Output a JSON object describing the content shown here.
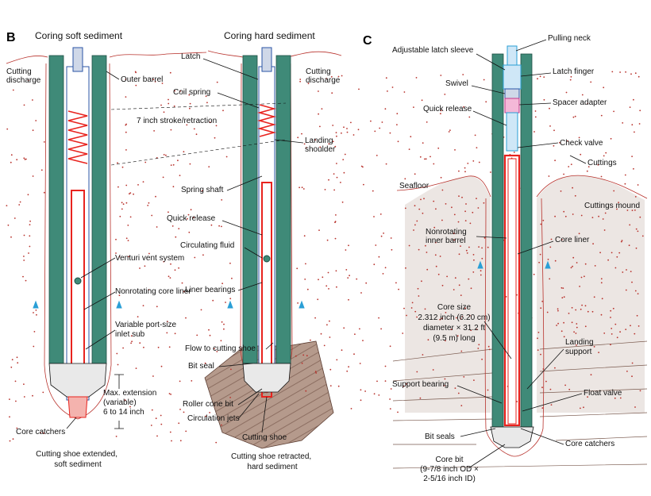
{
  "panels": {
    "B": {
      "letter": "B",
      "soft_title": "Coring soft sediment",
      "hard_title": "Coring hard sediment",
      "soft_caption": [
        "Cutting shoe extended,",
        "soft sediment"
      ],
      "hard_caption": [
        "Cutting shoe retracted,",
        "hard sediment"
      ],
      "labels": {
        "cutting_discharge_left": [
          "Cutting",
          "discharge"
        ],
        "outer_barrel": "Outer barrel",
        "latch": "Latch",
        "coil_spring": "Coil spring",
        "cutting_discharge_right": [
          "Cutting",
          "discharge"
        ],
        "stroke": "7 inch stroke/retraction",
        "landing_shoulder": [
          "Landing",
          "shoulder"
        ],
        "spring_shaft": "Spring shaft",
        "quick_release": "Quick release",
        "circulating_fluid": "Circulating fluid",
        "venturi": "Venturi vent system",
        "nonrotating_liner": "Nonrotating core liner",
        "liner_bearings": "Liner bearings",
        "variable_port": [
          "Variable port-size",
          "inlet sub"
        ],
        "flow_to_shoe": "Flow to cutting shoe",
        "bit_seal": "Bit seal",
        "max_extension": [
          "Max. extension",
          "(variable)",
          "6 to 14 inch"
        ],
        "roller_cone_bit": "Roller cone bit",
        "circulation_jets": "Circulation jets",
        "core_catchers": "Core catchers",
        "cutting_shoe": "Cutting shoe"
      }
    },
    "C": {
      "letter": "C",
      "labels": {
        "pulling_neck": "Pulling neck",
        "adjustable_latch_sleeve": "Adjustable latch sleeve",
        "latch_finger": "Latch finger",
        "swivel": "Swivel",
        "spacer_adapter": "Spacer adapter",
        "quick_release": "Quick release",
        "check_valve": "Check valve",
        "cuttings": "Cuttings",
        "seafloor": "Seafloor",
        "cuttings_mound": "Cuttings mound",
        "nonrotating_inner_barrel": [
          "Nonrotating",
          "inner barrel"
        ],
        "core_liner": "Core liner",
        "core_size": [
          "Core size",
          "2.312 inch (6.20 cm)",
          "diameter × 31.2 ft",
          "(9.5 m) long"
        ],
        "landing_support": [
          "Landing",
          "support"
        ],
        "support_bearing": "Support bearing",
        "float_valve": "Float valve",
        "bit_seals": "Bit seals",
        "core_catchers": "Core catchers",
        "core_bit": [
          "Core bit",
          "(9-7/8 inch OD ×",
          "2-5/16 inch ID)"
        ]
      }
    }
  },
  "colors": {
    "outer_barrel": "#3f8a78",
    "core_liner": "#e8231e",
    "pipe_blue": "#2b55a6",
    "flow_arrow": "#2a9fd6",
    "sediment_dot": "#b8322c",
    "rock_fill": "#b59a8c",
    "rock_hatch": "#5a3b30",
    "cuttings_fill": "#d9d0cc"
  }
}
